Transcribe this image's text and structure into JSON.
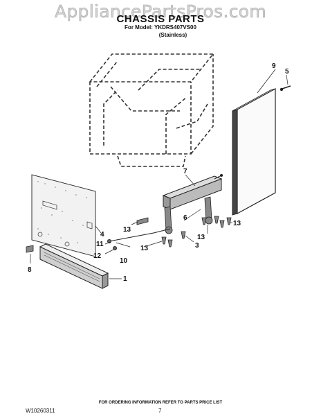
{
  "header": {
    "watermark": "AppliancePartsPros.com",
    "title": "CHASSIS PARTS",
    "model_line": "For Model: YKDRS407VS00",
    "variant": "(Stainless)"
  },
  "footer": {
    "ordering_note": "FOR ORDERING INFORMATION REFER TO PARTS PRICE LIST",
    "document_number": "W10260311",
    "page_number": "7"
  },
  "callouts": {
    "c9": "9",
    "c5": "5",
    "c7": "7",
    "c4": "4",
    "c13a": "13",
    "c6": "6",
    "c13b": "13",
    "c11": "11",
    "c12": "12",
    "c10": "10",
    "c13c": "13",
    "c3": "3",
    "c13d": "13",
    "c8": "8",
    "c1": "1"
  }
}
